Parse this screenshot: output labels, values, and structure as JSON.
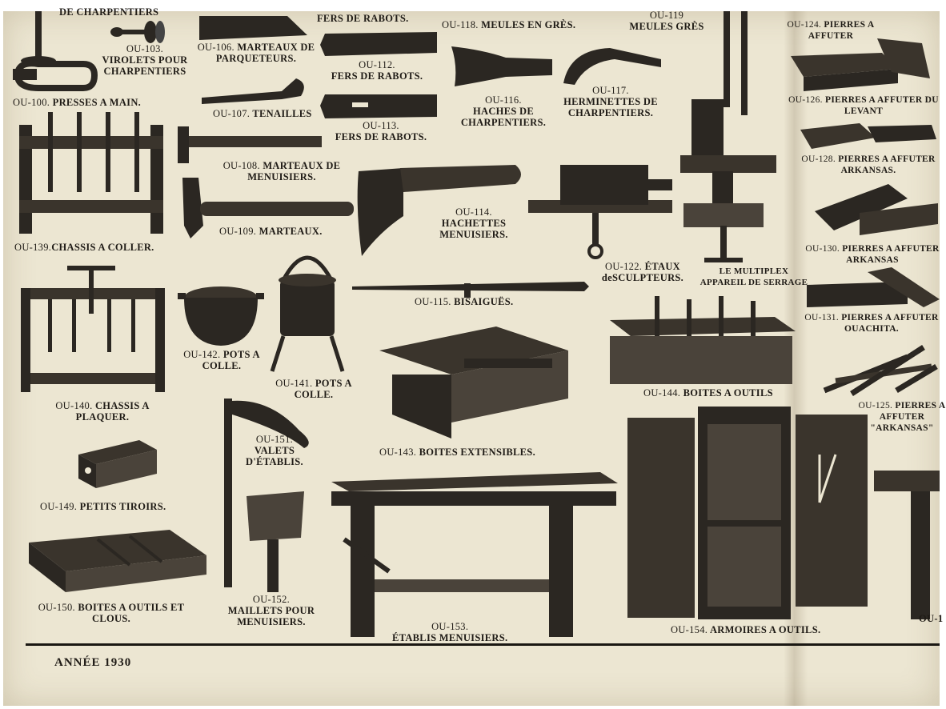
{
  "footer": {
    "year": "ANNÉE 1930"
  },
  "items": {
    "top_fragment": "DE CHARPENTIERS",
    "ou103": {
      "code": "OU-103.",
      "name": "VIROLETS POUR CHARPENTIERS"
    },
    "ou100": {
      "code": "OU-100.",
      "name": "PRESSES A MAIN."
    },
    "ou106": {
      "code": "OU-106.",
      "name": "MARTEAUX DE PARQUETEURS."
    },
    "ou107": {
      "code": "OU-107.",
      "name": "TENAILLES"
    },
    "ou108": {
      "code": "OU-108.",
      "name": "MARTEAUX DE MENUISIERS."
    },
    "ou109": {
      "code": "OU-109.",
      "name": "MARTEAUX."
    },
    "ou111_top": "FERS DE RABOTS.",
    "ou112": {
      "code": "OU-112.",
      "name": "FERS DE RABOTS."
    },
    "ou113": {
      "code": "OU-113.",
      "name": "FERS DE RABOTS."
    },
    "ou118": {
      "code": "OU-118.",
      "name": "MEULES EN GRÈS."
    },
    "ou119": {
      "code": "OU-119",
      "name": "MEULES GRÈS"
    },
    "ou116": {
      "code": "OU-116.",
      "name": "HACHES DE CHARPENTIERS."
    },
    "ou117": {
      "code": "OU-117.",
      "name": "HERMINETTES DE CHARPENTIERS."
    },
    "ou114": {
      "code": "OU-114.",
      "name": "HACHETTES MENUISIERS."
    },
    "ou122": {
      "code": "OU-122.",
      "name": "ÉTAUX deSCULPTEURS."
    },
    "ou123": {
      "code": "",
      "name": "LE MULTIPLEX APPAREIL DE SERRAGE"
    },
    "ou115": {
      "code": "OU-115.",
      "name": "BISAIGUËS."
    },
    "ou124": {
      "code": "OU-124.",
      "name": "PIERRES A AFFUTER"
    },
    "ou126": {
      "code": "OU-126.",
      "name": "PIERRES A AFFUTER DU LEVANT"
    },
    "ou128": {
      "code": "OU-128.",
      "name": "PIERRES A AFFUTER ARKANSAS."
    },
    "ou130": {
      "code": "OU-130.",
      "name": "PIERRES A AFFUTER ARKANSAS"
    },
    "ou131": {
      "code": "OU-131.",
      "name": "PIERRES A AFFUTER OUACHITA."
    },
    "ou125": {
      "code": "OU-125.",
      "name": "PIERRES A AFFUTER \"ARKANSAS\""
    },
    "ou139": {
      "code": "OU-139.",
      "name": "CHASSIS A COLLER."
    },
    "ou140": {
      "code": "OU-140.",
      "name": "CHASSIS A PLAQUER."
    },
    "ou142": {
      "code": "OU-142.",
      "name": "POTS A COLLE."
    },
    "ou141": {
      "code": "OU-141.",
      "name": "POTS A COLLE."
    },
    "ou144": {
      "code": "OU-144.",
      "name": "BOITES A OUTILS"
    },
    "ou143": {
      "code": "OU-143.",
      "name": "BOITES EXTENSIBLES."
    },
    "ou151": {
      "code": "OU-151.",
      "name": "VALETS D'ÉTABLIS."
    },
    "ou149": {
      "code": "OU-149.",
      "name": "PETITS TIROIRS."
    },
    "ou150": {
      "code": "OU-150.",
      "name": "BOITES A OUTILS ET CLOUS."
    },
    "ou152": {
      "code": "OU-152.",
      "name": "MAILLETS POUR MENUISIERS."
    },
    "ou153": {
      "code": "OU-153.",
      "name": "ÉTABLIS MENUISIERS."
    },
    "ou154": {
      "code": "OU-154.",
      "name": "ARMOIRES A OUTILS."
    },
    "ou_edge": {
      "code": "OU-1",
      "name": ""
    }
  },
  "colors": {
    "paper": "#ece6d2",
    "ink": "#1f1b16",
    "illustration": "#2b2722",
    "wood": "#8a7f6c"
  }
}
